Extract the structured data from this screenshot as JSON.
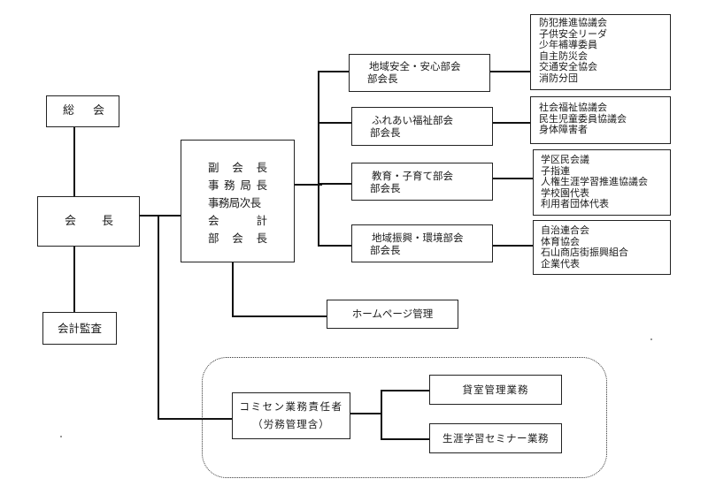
{
  "general_assembly": {
    "label_a": "総",
    "label_b": "会"
  },
  "president": {
    "label_a": "会",
    "label_b": "長"
  },
  "auditor": {
    "label": "会計監査"
  },
  "executives": {
    "rows": [
      [
        "副",
        "会",
        "長"
      ],
      [
        "事",
        "務",
        "局",
        "長"
      ],
      [
        "事務局次長"
      ],
      [
        "会",
        "計"
      ],
      [
        "部",
        "会",
        "長"
      ]
    ]
  },
  "departments": [
    {
      "name": "地域安全・安心部会",
      "role": "部会長",
      "members": [
        "防犯推進協議会",
        "子供安全リーダ",
        "少年補導委員",
        "自主防災会",
        "交通安全協会",
        "消防分団"
      ]
    },
    {
      "name": "ふれあい福祉部会",
      "role": "部会長",
      "members": [
        "社会福祉協議会",
        "民生児童委員協議会",
        "身体障害者"
      ]
    },
    {
      "name": "教育・子育て部会",
      "role": "部会長",
      "members": [
        "学区民会議",
        "子指連",
        "人権生涯学習推進協議会",
        "学校園代表",
        "利用者団体代表"
      ]
    },
    {
      "name": "地域振興・環境部会",
      "role": "部会長",
      "members": [
        "自治連合会",
        "体育協会",
        "石山商店街振興組合",
        "企業代表"
      ]
    }
  ],
  "homepage": {
    "label": "ホームページ管理"
  },
  "community_center": {
    "manager_line1": "コミセン業務責任者",
    "manager_line2": "（労務管理含）",
    "tasks": [
      "貸室管理業務",
      "生涯学習セミナー業務"
    ]
  }
}
